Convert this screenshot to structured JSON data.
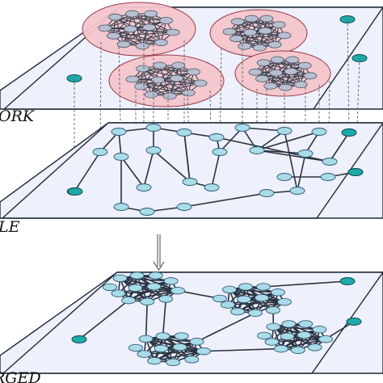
{
  "labels": {
    "top": "ORK",
    "middle": "LE",
    "bottom": "RGED"
  },
  "colors": {
    "plane_fill": "#eef0fb",
    "clique_fill": "#f3c5cb",
    "node_fill": "#a9dbe8",
    "isolated_node_fill": "#1fa9a7"
  }
}
